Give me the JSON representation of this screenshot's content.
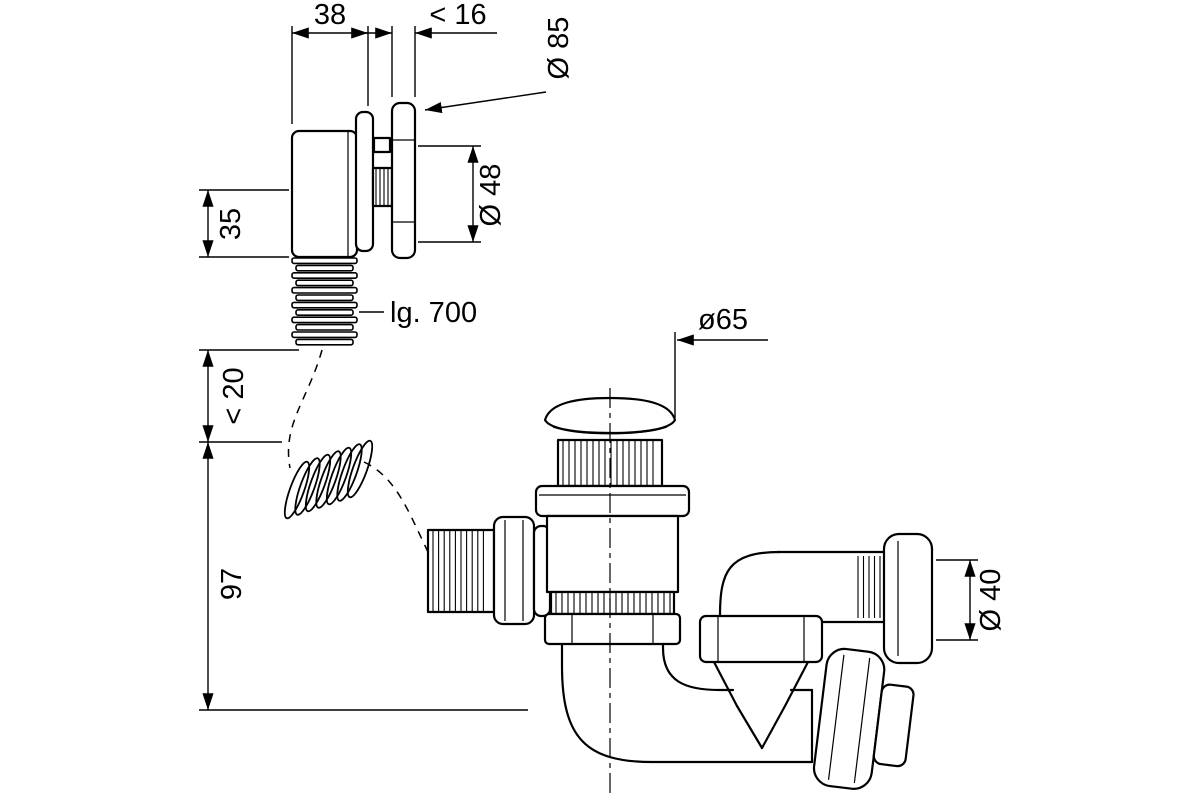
{
  "colors": {
    "background": "#ffffff",
    "line": "#000000"
  },
  "drawing": {
    "type": "technical-drawing",
    "labels": {
      "width_top": "38",
      "flange_thickness": "< 16",
      "overflow_flange_diameter": "Ø 85",
      "overflow_hole_diameter": "Ø 48",
      "overflow_body_height": "35",
      "hose_length": "lg. 700",
      "hose_clearance": "< 20",
      "waste_body_height": "97",
      "plug_diameter": "ø65",
      "outlet_diameter": "Ø 40"
    }
  }
}
